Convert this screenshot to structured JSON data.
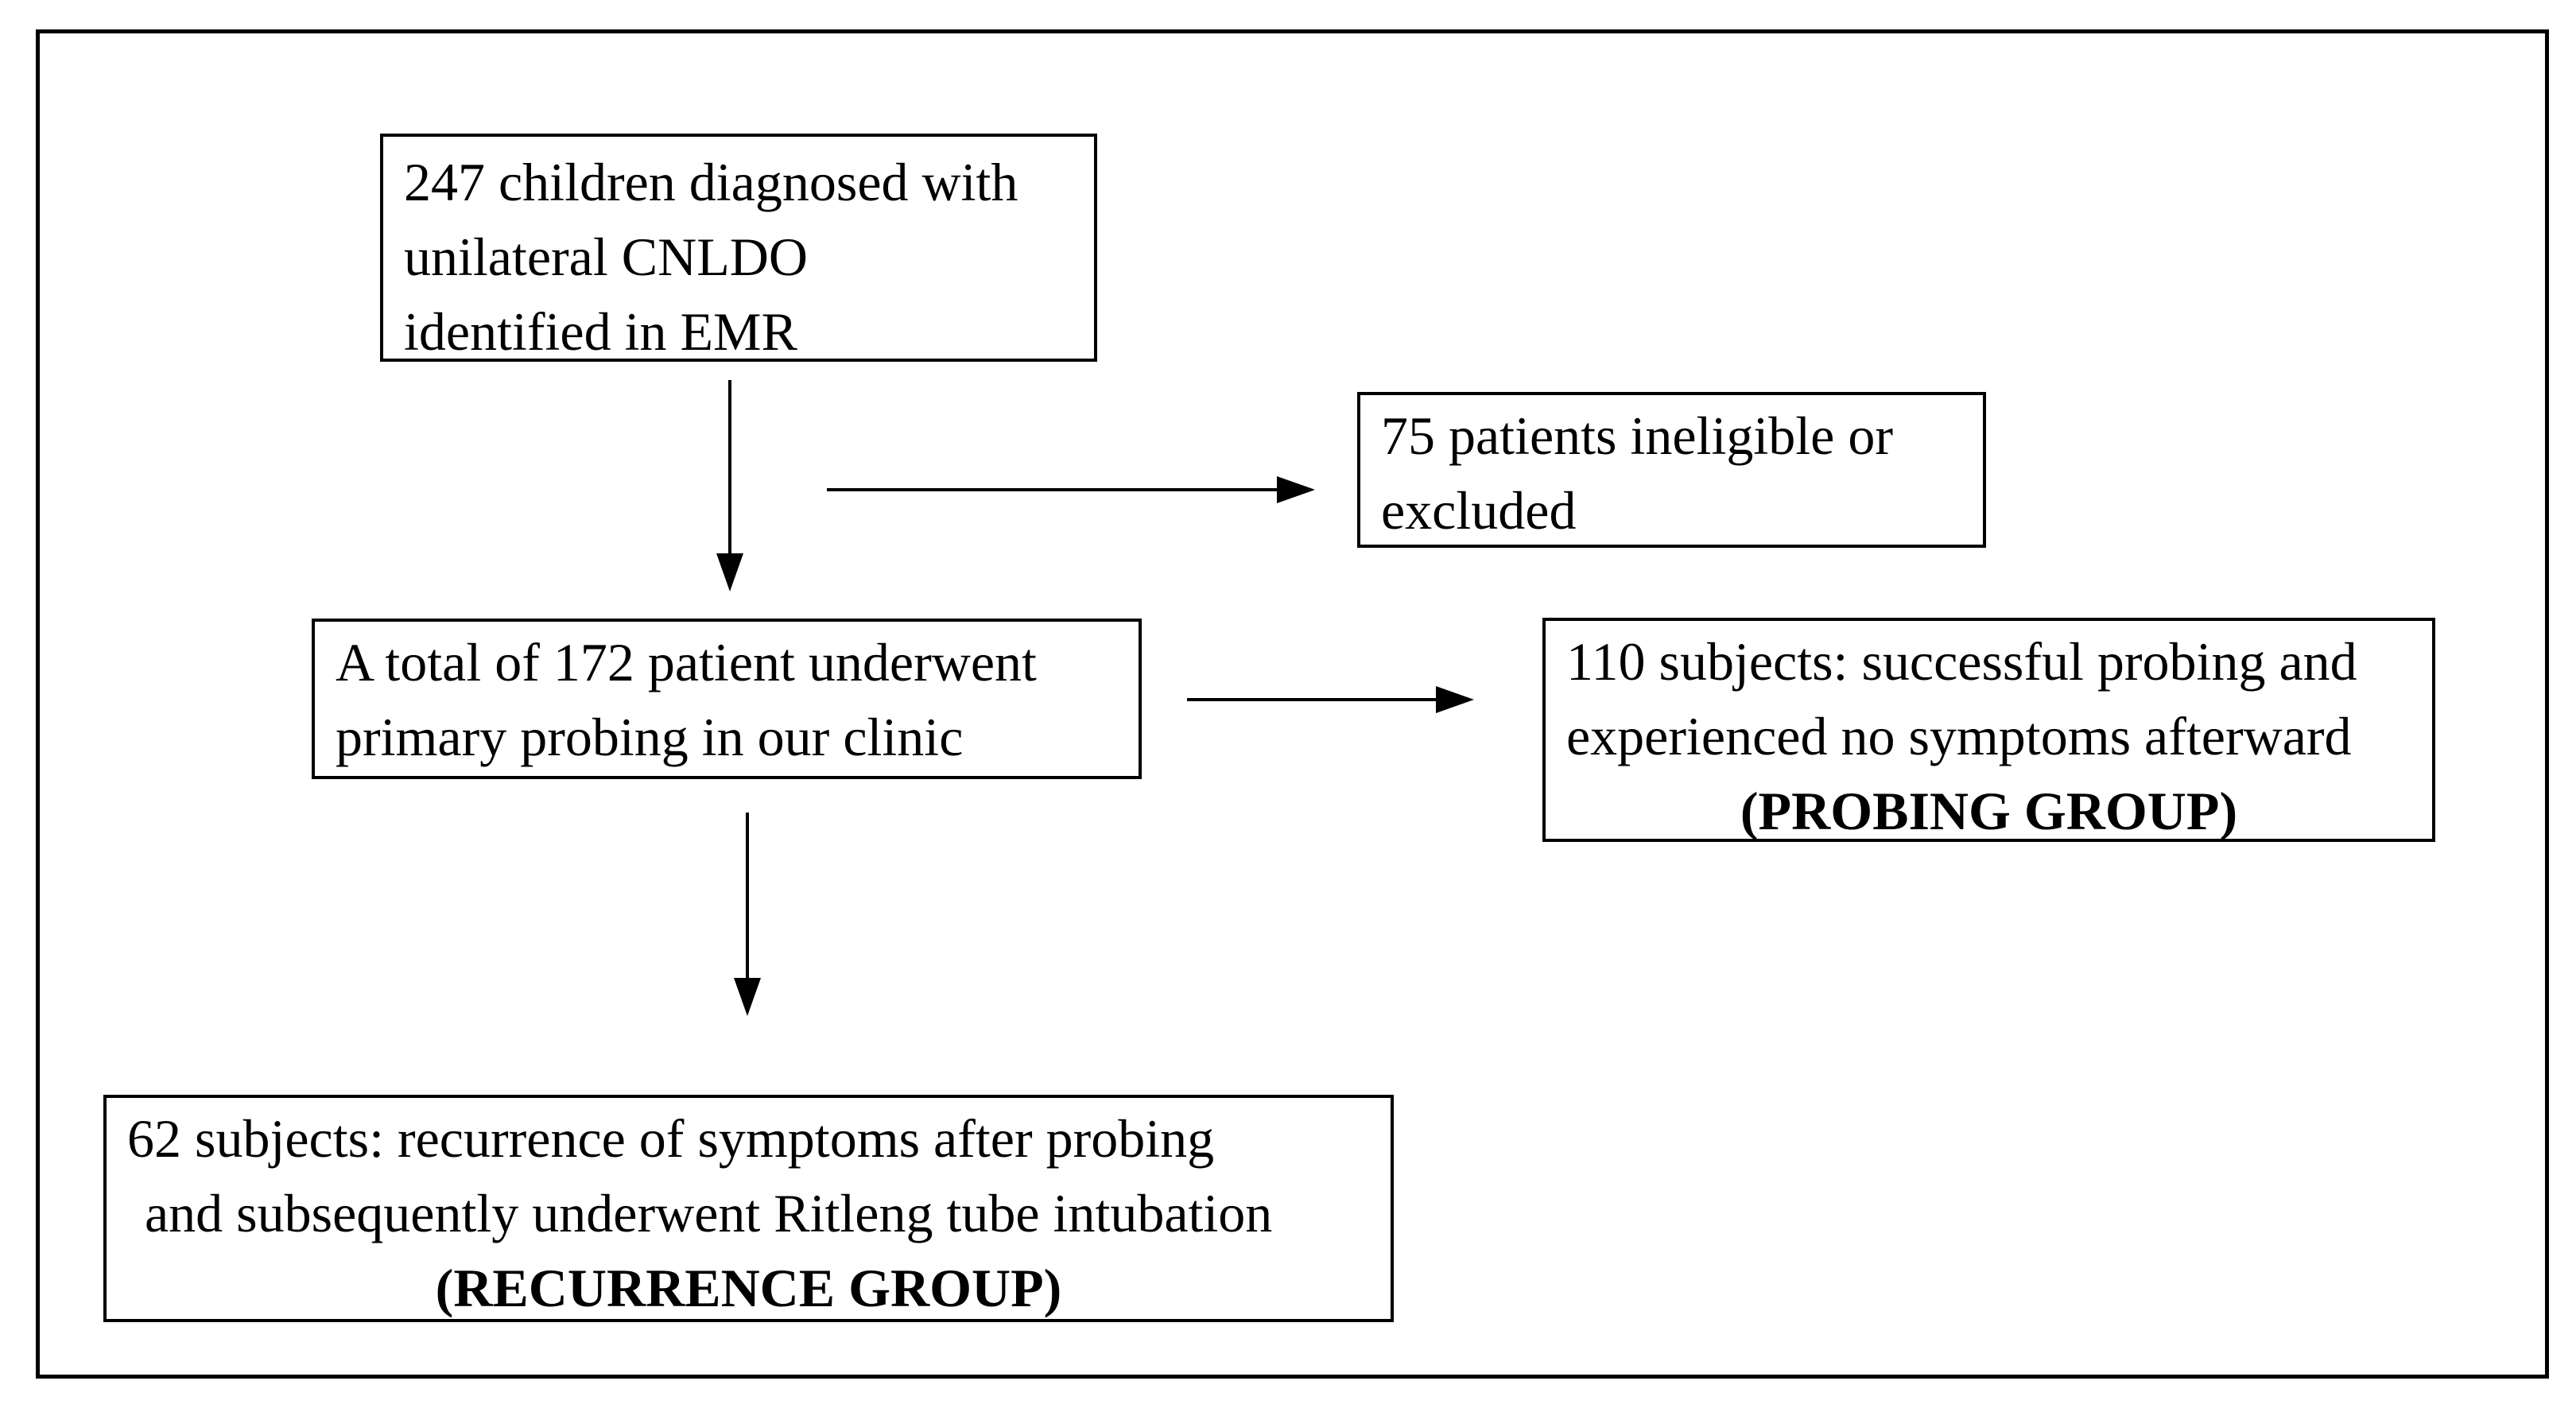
{
  "colors": {
    "ink": "#000000",
    "paper": "#ffffff"
  },
  "flowchart": {
    "emr_box": {
      "line1": "247 children diagnosed with",
      "line2": "unilateral CNLDO",
      "line3": "identified in EMR"
    },
    "excluded_box": {
      "line1": "75 patients ineligible or",
      "line2": "excluded"
    },
    "total_box": {
      "line1": "A total of 172 patient underwent",
      "line2": "primary probing in our clinic"
    },
    "probing_box": {
      "line1": "110 subjects: successful probing and",
      "line2": "experienced no symptoms afterward",
      "line3": "(PROBING GROUP)"
    },
    "recurrence_box": {
      "line1": "62 subjects: recurrence of symptoms after probing",
      "line2": "and subsequently underwent Ritleng tube intubation",
      "line3": "(RECURRENCE GROUP)"
    }
  }
}
